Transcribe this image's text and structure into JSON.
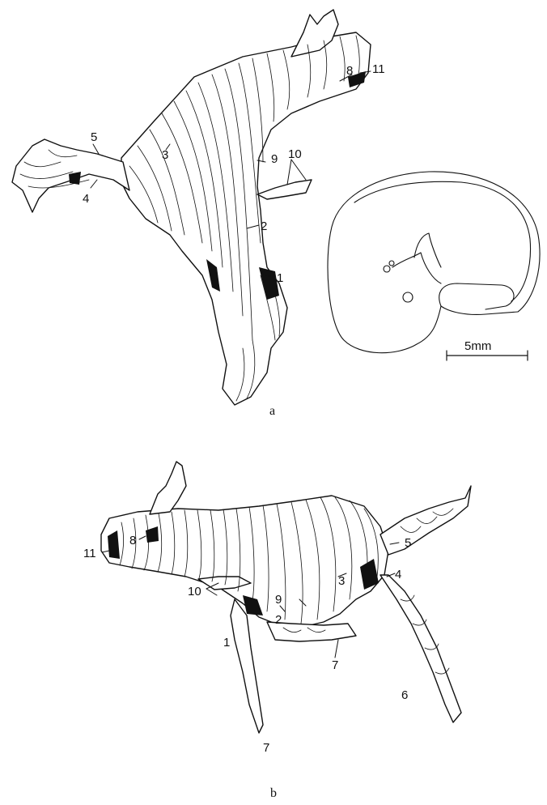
{
  "panel_a": {
    "caption": "a",
    "labels": {
      "l1": "1",
      "l2": "2",
      "l3": "3",
      "l4": "4",
      "l5": "5",
      "l8": "8",
      "l9": "9",
      "l10": "10",
      "l11": "11"
    },
    "scale_bar": "5mm"
  },
  "panel_b": {
    "caption": "b",
    "labels": {
      "l1": "1",
      "l2": "2",
      "l3": "3",
      "l4": "4",
      "l5": "5",
      "l6": "6",
      "l7a": "7",
      "l7b": "7",
      "l8": "8",
      "l9": "9",
      "l10": "10",
      "l11": "11"
    }
  }
}
